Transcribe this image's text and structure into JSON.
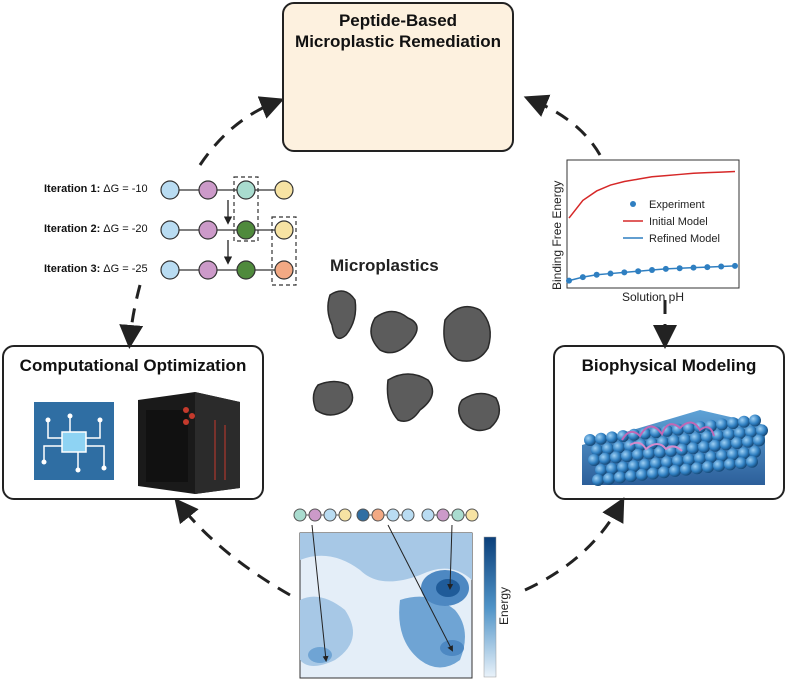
{
  "panels": {
    "top": {
      "title_line1": "Peptide-Based",
      "title_line2": "Microplastic Remediation"
    },
    "left": {
      "title": "Computational Optimization"
    },
    "right": {
      "title": "Biophysical Modeling"
    }
  },
  "center_title": "Microplastics",
  "iterations": [
    {
      "label": "Iteration 1:",
      "value": "ΔG = -10"
    },
    {
      "label": "Iteration 2:",
      "value": "ΔG = -20"
    },
    {
      "label": "Iteration 3:",
      "value": "ΔG = -25"
    }
  ],
  "energy_label": "Energy",
  "chart_data": {
    "type": "line",
    "xlabel": "Solution pH",
    "ylabel": "Binding Free Energy",
    "legend": [
      "Experiment",
      "Initial Model",
      "Refined Model"
    ],
    "legend_position": "right-center",
    "series": [
      {
        "name": "Experiment",
        "kind": "scatter",
        "color": "#2f7fc1",
        "x": [
          0,
          1,
          2,
          3,
          4,
          5,
          6,
          7,
          8,
          9,
          10,
          11,
          12
        ],
        "y": [
          0.02,
          0.05,
          0.07,
          0.08,
          0.09,
          0.1,
          0.11,
          0.12,
          0.125,
          0.13,
          0.135,
          0.14,
          0.145
        ]
      },
      {
        "name": "Initial Model",
        "kind": "line",
        "color": "#d62828",
        "x": [
          0,
          1,
          2,
          3,
          4,
          5,
          6,
          7,
          8,
          9,
          10,
          11,
          12
        ],
        "y": [
          0.55,
          0.7,
          0.78,
          0.83,
          0.86,
          0.88,
          0.9,
          0.91,
          0.92,
          0.93,
          0.935,
          0.94,
          0.945
        ]
      },
      {
        "name": "Refined Model",
        "kind": "line",
        "color": "#2f7fc1",
        "x": [
          0,
          1,
          2,
          3,
          4,
          5,
          6,
          7,
          8,
          9,
          10,
          11,
          12
        ],
        "y": [
          0.02,
          0.05,
          0.07,
          0.08,
          0.09,
          0.1,
          0.11,
          0.12,
          0.125,
          0.13,
          0.135,
          0.14,
          0.145
        ]
      }
    ],
    "ylim": [
      0,
      1
    ],
    "xlim": [
      0,
      12
    ]
  },
  "colors": {
    "panel_bg": "#fdf1df",
    "water": "#8fb9e0",
    "plastic": "#5a5a5a",
    "bead_blue": "#b9dcf2",
    "bead_pink": "#cc9ac9",
    "bead_green": "#4f8a3c",
    "bead_teal": "#a9dccf",
    "bead_yellow": "#f7e3a3",
    "bead_orange": "#f2a984"
  }
}
